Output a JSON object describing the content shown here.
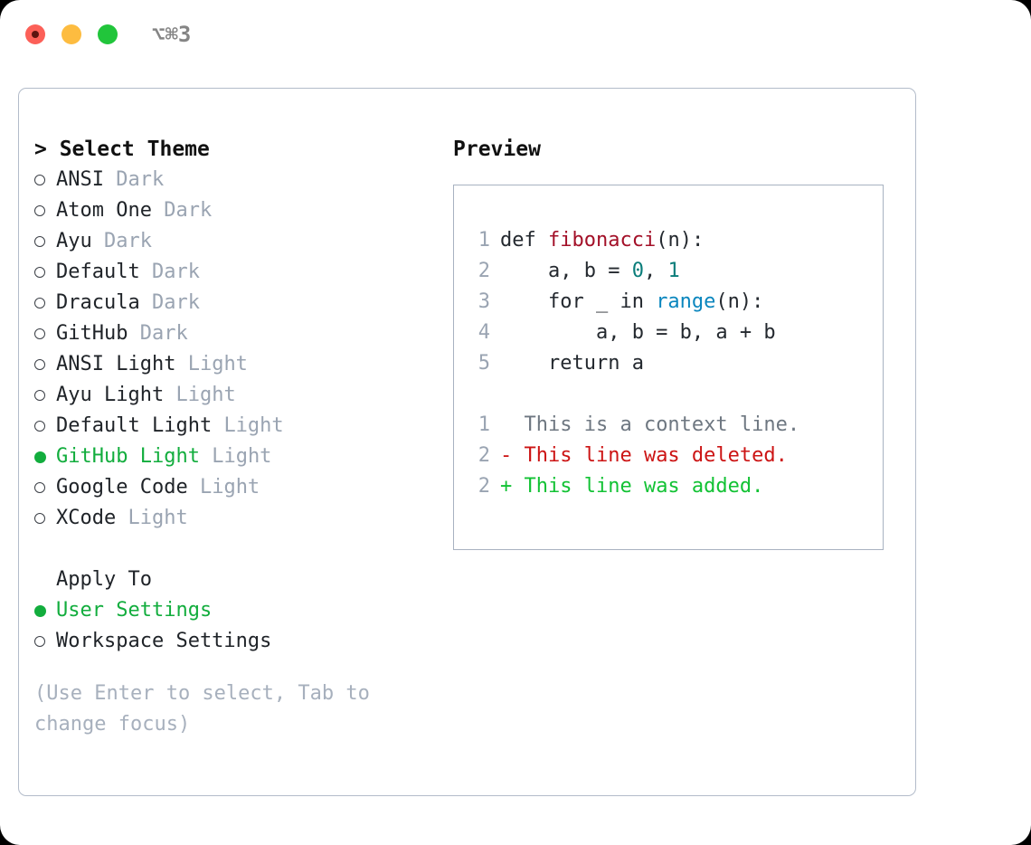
{
  "titlebar": {
    "shortcut": "⌥⌘3",
    "buttons": [
      {
        "name": "close",
        "color": "#fc6058"
      },
      {
        "name": "minimize",
        "color": "#fdbc40"
      },
      {
        "name": "zoom",
        "color": "#21c53b"
      }
    ]
  },
  "theme_picker": {
    "header": "> Select Theme",
    "items": [
      {
        "name": "ANSI",
        "tag": "Dark",
        "selected": false
      },
      {
        "name": "Atom One",
        "tag": "Dark",
        "selected": false
      },
      {
        "name": "Ayu",
        "tag": "Dark",
        "selected": false
      },
      {
        "name": "Default",
        "tag": "Dark",
        "selected": false
      },
      {
        "name": "Dracula",
        "tag": "Dark",
        "selected": false
      },
      {
        "name": "GitHub",
        "tag": "Dark",
        "selected": false
      },
      {
        "name": "ANSI Light",
        "tag": "Light",
        "selected": false
      },
      {
        "name": "Ayu Light",
        "tag": "Light",
        "selected": false
      },
      {
        "name": "Default Light",
        "tag": "Light",
        "selected": false
      },
      {
        "name": "GitHub Light",
        "tag": "Light",
        "selected": true
      },
      {
        "name": "Google Code",
        "tag": "Light",
        "selected": false
      },
      {
        "name": "XCode",
        "tag": "Light",
        "selected": false
      }
    ]
  },
  "apply_to": {
    "header": "Apply To",
    "options": [
      {
        "label": "User Settings",
        "selected": true
      },
      {
        "label": "Workspace Settings",
        "selected": false
      }
    ]
  },
  "hint": "(Use Enter to select, Tab to change focus)",
  "preview": {
    "title": "Preview",
    "code_lines": [
      {
        "lineno": "1",
        "tokens": [
          {
            "text": "def ",
            "kind": "plain"
          },
          {
            "text": "fibonacci",
            "kind": "fn"
          },
          {
            "text": "(n):",
            "kind": "plain"
          }
        ]
      },
      {
        "lineno": "2",
        "tokens": [
          {
            "text": "    a, b = ",
            "kind": "plain"
          },
          {
            "text": "0",
            "kind": "num"
          },
          {
            "text": ", ",
            "kind": "plain"
          },
          {
            "text": "1",
            "kind": "num"
          }
        ]
      },
      {
        "lineno": "3",
        "tokens": [
          {
            "text": "    for _ in ",
            "kind": "plain"
          },
          {
            "text": "range",
            "kind": "call"
          },
          {
            "text": "(n):",
            "kind": "plain"
          }
        ]
      },
      {
        "lineno": "4",
        "tokens": [
          {
            "text": "        a, b = b, a + b",
            "kind": "plain"
          }
        ]
      },
      {
        "lineno": "5",
        "tokens": [
          {
            "text": "    return a",
            "kind": "plain"
          }
        ]
      }
    ],
    "diff_lines": [
      {
        "lineno": "1",
        "marker": " ",
        "text": " This is a context line.",
        "kind": "ctx"
      },
      {
        "lineno": "2",
        "marker": "-",
        "text": " This line was deleted.",
        "kind": "del"
      },
      {
        "lineno": "2",
        "marker": "+",
        "text": " This line was added.",
        "kind": "add"
      }
    ]
  },
  "colors": {
    "accent_green": "#12ad3d",
    "muted": "#9aa4b2",
    "border": "#b3bcca",
    "fn_red": "#a31028",
    "number_teal": "#0a7d7a",
    "call_blue": "#0a86be",
    "diff_add": "#12c234",
    "diff_del": "#cc1414"
  }
}
